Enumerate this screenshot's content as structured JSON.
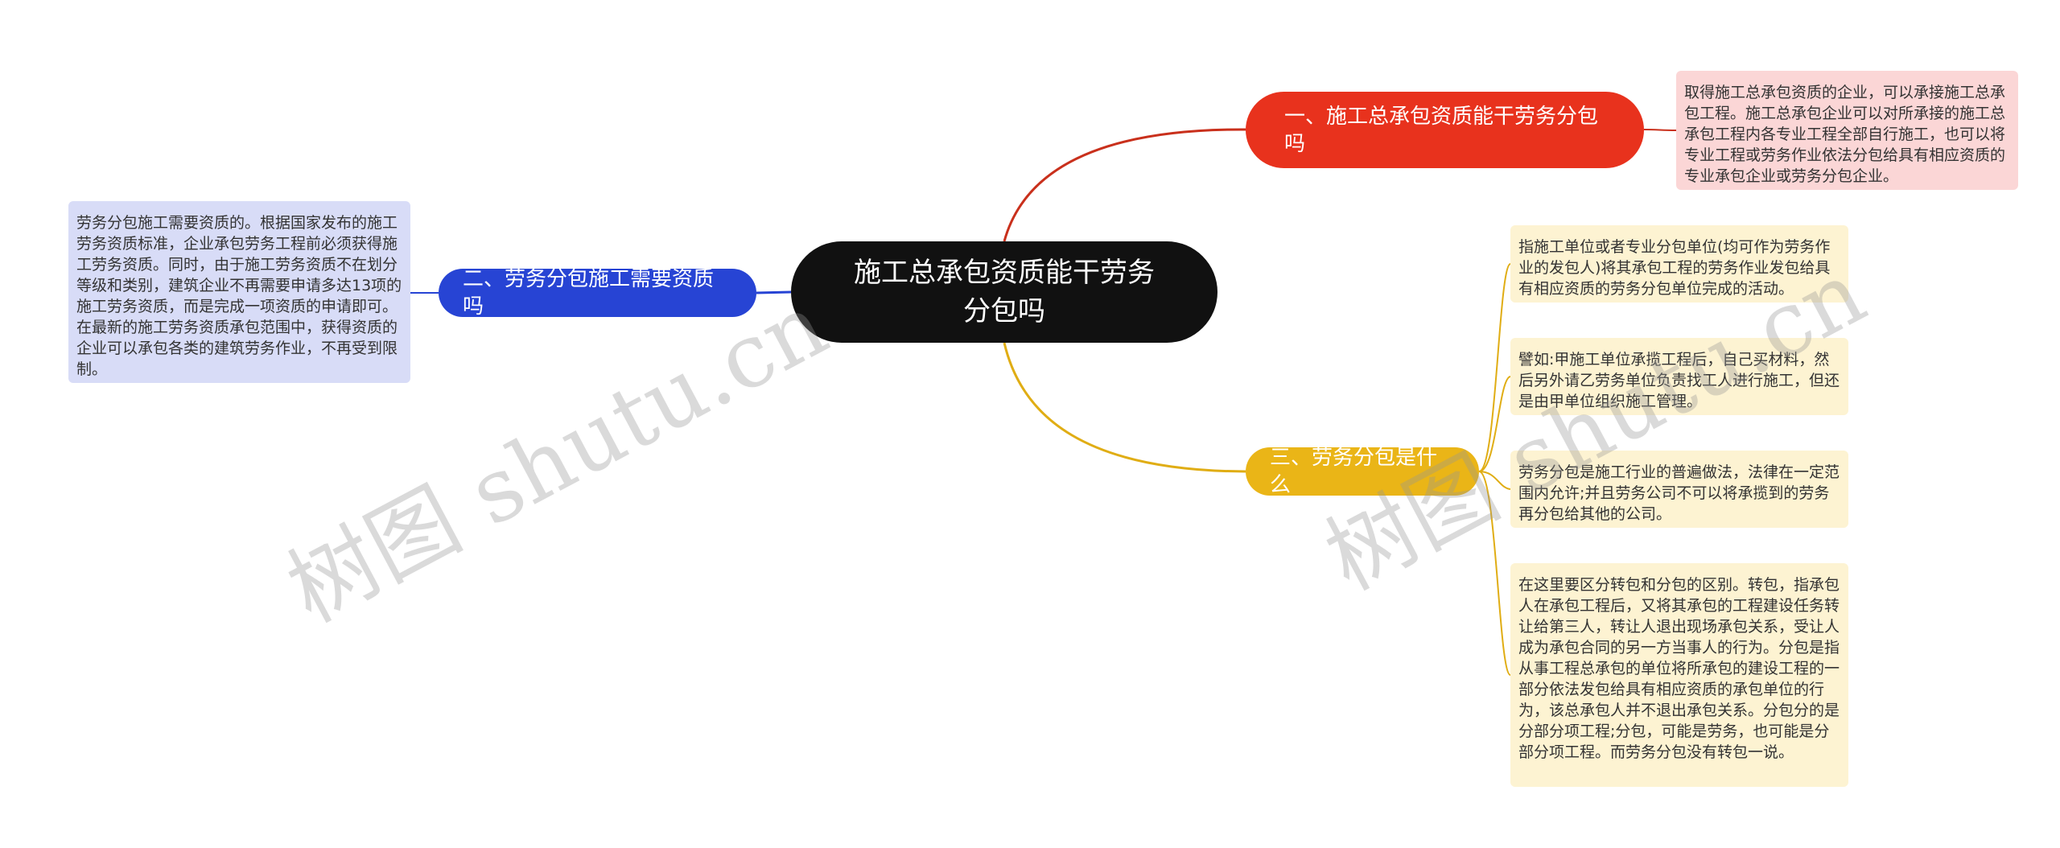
{
  "root": {
    "title": "施工总承包资质能干劳务分包吗"
  },
  "branches": [
    {
      "label": "一、施工总承包资质能干劳务分包吗",
      "color": "#e8321d",
      "leaves": [
        "取得施工总承包资质的企业，可以承接施工总承包工程。施工总承包企业可以对所承接的施工总承包工程内各专业工程全部自行施工，也可以将专业工程或劳务作业依法分包给具有相应资质的专业承包企业或劳务分包企业。"
      ]
    },
    {
      "label": "二、劳务分包施工需要资质吗",
      "color": "#2744d4",
      "leaves": [
        "劳务分包施工需要资质的。根据国家发布的施工劳务资质标准，企业承包劳务工程前必须获得施工劳务资质。同时，由于施工劳务资质不在划分等级和类别，建筑企业不再需要申请多达13项的施工劳务资质，而是完成一项资质的申请即可。在最新的施工劳务资质承包范围中，获得资质的企业可以承包各类的建筑劳务作业，不再受到限制。"
      ]
    },
    {
      "label": "三、劳务分包是什么",
      "color": "#eab517",
      "leaves": [
        "指施工单位或者专业分包单位(均可作为劳务作业的发包人)将其承包工程的劳务作业发包给具有相应资质的劳务分包单位完成的活动。",
        "譬如:甲施工单位承揽工程后，自己买材料，然后另外请乙劳务单位负责找工人进行施工，但还是由甲单位组织施工管理。",
        "劳务分包是施工行业的普遍做法，法律在一定范围内允许;并且劳务公司不可以将承揽到的劳务再分包给其他的公司。",
        "在这里要区分转包和分包的区别。转包，指承包人在承包工程后，又将其承包的工程建设任务转让给第三人，转让人退出现场承包关系，受让人成为承包合同的另一方当事人的行为。分包是指从事工程总承包的单位将所承包的建设工程的一部分依法发包给具有相应资质的承包单位的行为，该总承包人并不退出承包关系。分包分的是分部分项工程;分包，可能是劳务，也可能是分部分项工程。而劳务分包没有转包一说。"
      ]
    }
  ],
  "watermark": [
    "树图 shutu.cn",
    "树图 shutu.cn"
  ]
}
